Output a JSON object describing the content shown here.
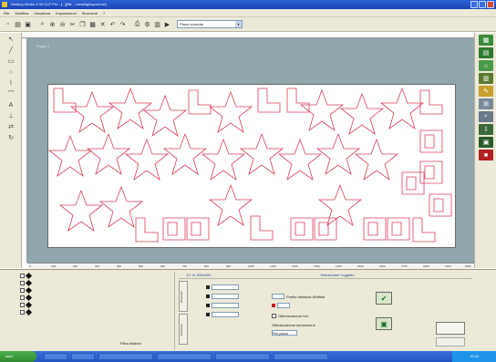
{
  "window": {
    "title": "Nesting Works 4.36 CUT Pro  -  [...][file ...\\nesting\\layout.nst]"
  },
  "menu": {
    "items": [
      "File",
      "Modifica",
      "Visualizza",
      "Impostazioni",
      "Strumenti",
      "?"
    ]
  },
  "toolbar": {
    "icons": [
      "new-icon",
      "open-icon",
      "save-icon",
      "zoom-icon",
      "zoom-in-icon",
      "zoom-out-icon",
      "cut-icon",
      "copy-icon",
      "paste-icon",
      "delete-icon",
      "undo-icon",
      "redo-icon",
      "print-icon",
      "settings-icon",
      "layers-icon",
      "run-icon"
    ],
    "view_combo": "Piano corrente"
  },
  "canvas": {
    "corner_label": "Foglio 1"
  },
  "ruler": {
    "ticks": [
      "0",
      "100",
      "200",
      "300",
      "400",
      "500",
      "600",
      "700",
      "800",
      "900",
      "1000",
      "1100",
      "1200",
      "1300",
      "1400",
      "1500",
      "1600",
      "1700",
      "1800",
      "1900",
      "2000"
    ]
  },
  "props": {
    "tab_a": "Parametri",
    "tab_b": "Posizione",
    "top_left": "1/1 x1  500x300",
    "top_right": "Selezionare l'oggetto",
    "check_label": "Ottimizzazione fori",
    "group_label": "Ottimizzazione lavorazione",
    "select_value": "Per piano",
    "field_label": "Profilo distanza di/offset"
  },
  "layers": {
    "filter_button": "Filtra distinte"
  },
  "taskbar": {
    "start_label": "start",
    "clock": "10:42"
  }
}
